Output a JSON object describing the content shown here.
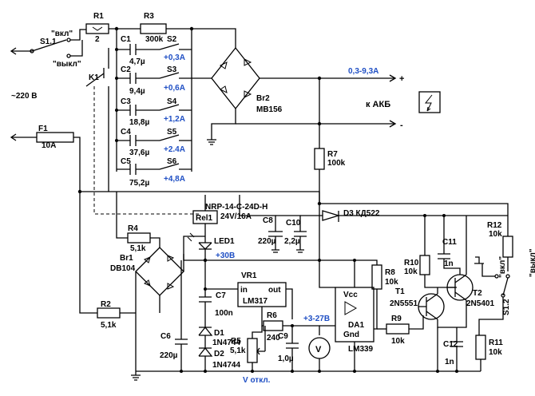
{
  "labels": {
    "mains": "~220 В",
    "s11": "S1.1",
    "vkl": "\"вкл\"",
    "vykl": "\"выкл\"",
    "k1": "K1",
    "f1": "F1",
    "f1v": "10A",
    "r1": "R1",
    "r1v": "2",
    "r3": "R3",
    "r3v": "300k",
    "c1": "C1",
    "c1v": "4,7µ",
    "c2": "C2",
    "c2v": "9,4µ",
    "c3": "C3",
    "c3v": "18,8µ",
    "c4": "C4",
    "c4v": "37,6µ",
    "c5": "C5",
    "c5v": "75,2µ",
    "s2": "S2",
    "s3": "S3",
    "s4": "S4",
    "s5": "S5",
    "s6": "S6",
    "a1": "+0,3A",
    "a2": "+0,6A",
    "a3": "+1,2A",
    "a4": "+2.4A",
    "a5": "+4,8A",
    "br2": "Br2",
    "br2v": "MB156",
    "current": "0,3-9,3A",
    "plus": "+",
    "minus": "-",
    "akb": "к АКБ",
    "r7": "R7",
    "r7v": "100k",
    "relay": "NRP-14-C-24D-H",
    "relayv": "24V/16A",
    "rel1": "Rel1",
    "c8": "C8",
    "c8v": "220µ",
    "c10": "C10",
    "c10v": "2,2µ",
    "d3": "D3 КД522",
    "r12": "R12",
    "r12v": "10k",
    "r4": "R4",
    "r4v": "5,1k",
    "led1": "LED1",
    "br1": "Br1",
    "br1v": "DB104",
    "v30": "+30В",
    "r8": "R8",
    "r8v": "10k",
    "r10": "R10",
    "r10v": "10k",
    "c11": "C11",
    "c11v": "1n",
    "vkl2": "\"вкл\"",
    "vykl2": "\"выкл\"",
    "vr1": "VR1",
    "in": "in",
    "out": "out",
    "lm317": "LM317",
    "c7": "C7",
    "c7v": "100n",
    "t1": "T1",
    "t1v": "2N5551",
    "t2": "T2",
    "t2v": "2N5401",
    "s12": "S1.2",
    "r2": "R2",
    "r2v": "5,1k",
    "r6": "R6",
    "r6v": "240",
    "v327": "+3-27В",
    "vcc": "Vcc",
    "da1": "DA1",
    "gnd": "Gnd",
    "lm339": "LM339",
    "r9": "R9",
    "r9v": "10k",
    "c12": "C12",
    "c12v": "1n",
    "r11": "R11",
    "r11v": "10k",
    "c6": "C6",
    "c6v": "220µ",
    "d1": "D1",
    "d1v": "1N4744",
    "d2": "D2",
    "d2v": "1N4744",
    "r5": "R5",
    "r5v": "5,1k",
    "c9": "C9",
    "c9v": "1,0µ",
    "vmeter": "V",
    "voff": "V откл."
  }
}
